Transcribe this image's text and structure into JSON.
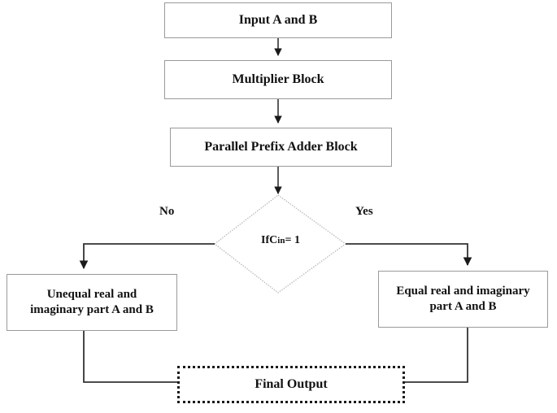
{
  "diagram": {
    "type": "flowchart",
    "title": "Complex multiplier flowchart",
    "colors": {
      "box_border": "#9a9a9a",
      "dotted_border": "#1a1a1a",
      "line": "#333333",
      "text": "#111111",
      "background": "#ffffff"
    },
    "nodes": [
      {
        "id": "input",
        "shape": "rectangle",
        "label": "Input A and B"
      },
      {
        "id": "mult",
        "shape": "rectangle",
        "label": "Multiplier Block"
      },
      {
        "id": "ppa",
        "shape": "rectangle",
        "label": "Parallel Prefix Adder Block"
      },
      {
        "id": "decision",
        "shape": "diamond",
        "label_prefix": "If ",
        "label_var": "C",
        "label_sub": "in",
        "label_suffix": " = 1"
      },
      {
        "id": "unequal",
        "shape": "rectangle",
        "label_line1": "Unequal real and",
        "label_line2": "imaginary part A and B"
      },
      {
        "id": "equal",
        "shape": "rectangle",
        "label_line1": "Equal real and imaginary",
        "label_line2": "part A and B"
      },
      {
        "id": "final",
        "shape": "dotted-rectangle",
        "label": "Final Output"
      }
    ],
    "branch_labels": {
      "no": "No",
      "yes": "Yes"
    },
    "edges": [
      {
        "from": "input",
        "to": "mult",
        "label": ""
      },
      {
        "from": "mult",
        "to": "ppa",
        "label": ""
      },
      {
        "from": "ppa",
        "to": "decision",
        "label": ""
      },
      {
        "from": "decision",
        "to": "unequal",
        "label": "No"
      },
      {
        "from": "decision",
        "to": "equal",
        "label": "Yes"
      },
      {
        "from": "unequal",
        "to": "final",
        "label": ""
      },
      {
        "from": "equal",
        "to": "final",
        "label": ""
      }
    ]
  }
}
